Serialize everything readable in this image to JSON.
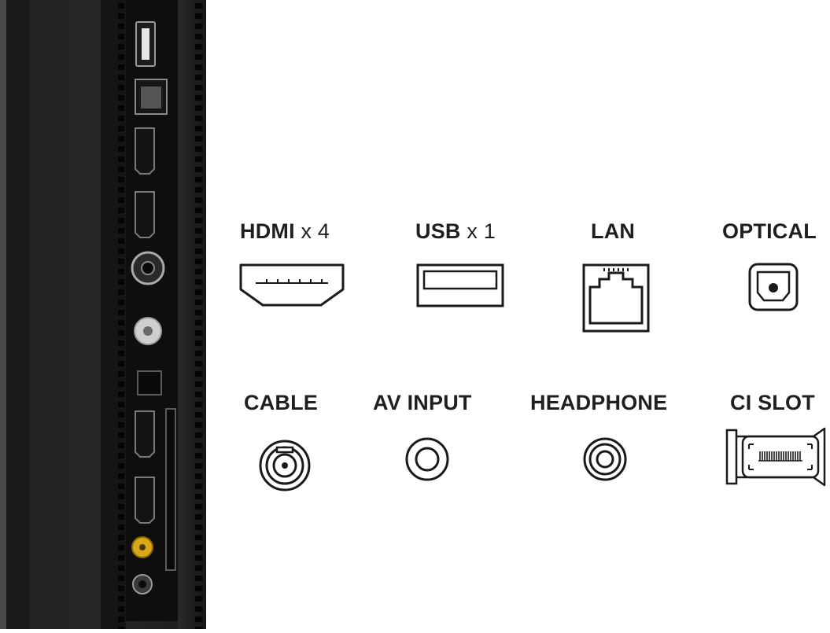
{
  "ports_top": [
    {
      "id": "hdmi",
      "label": "HDMI",
      "multiplier": "x 4",
      "icon": "hdmi-port-icon"
    },
    {
      "id": "usb",
      "label": "USB",
      "multiplier": "x 1",
      "icon": "usb-port-icon"
    },
    {
      "id": "lan",
      "label": "LAN",
      "multiplier": "",
      "icon": "lan-port-icon"
    },
    {
      "id": "optical",
      "label": "OPTICAL",
      "multiplier": "",
      "icon": "optical-port-icon"
    }
  ],
  "ports_bottom": [
    {
      "id": "cable",
      "label": "CABLE",
      "icon": "cable-port-icon"
    },
    {
      "id": "av-input",
      "label": "AV INPUT",
      "icon": "av-input-port-icon"
    },
    {
      "id": "headphone",
      "label": "HEADPHONE",
      "icon": "headphone-port-icon"
    },
    {
      "id": "ci-slot",
      "label": "CI SLOT",
      "icon": "ci-slot-icon"
    }
  ],
  "colors": {
    "panel": "#1b1b1b",
    "panel_light": "#2c2c2c",
    "line": "#1a1a1a",
    "label": "#1f1f1f",
    "rca_yellow": "#d9a818"
  }
}
